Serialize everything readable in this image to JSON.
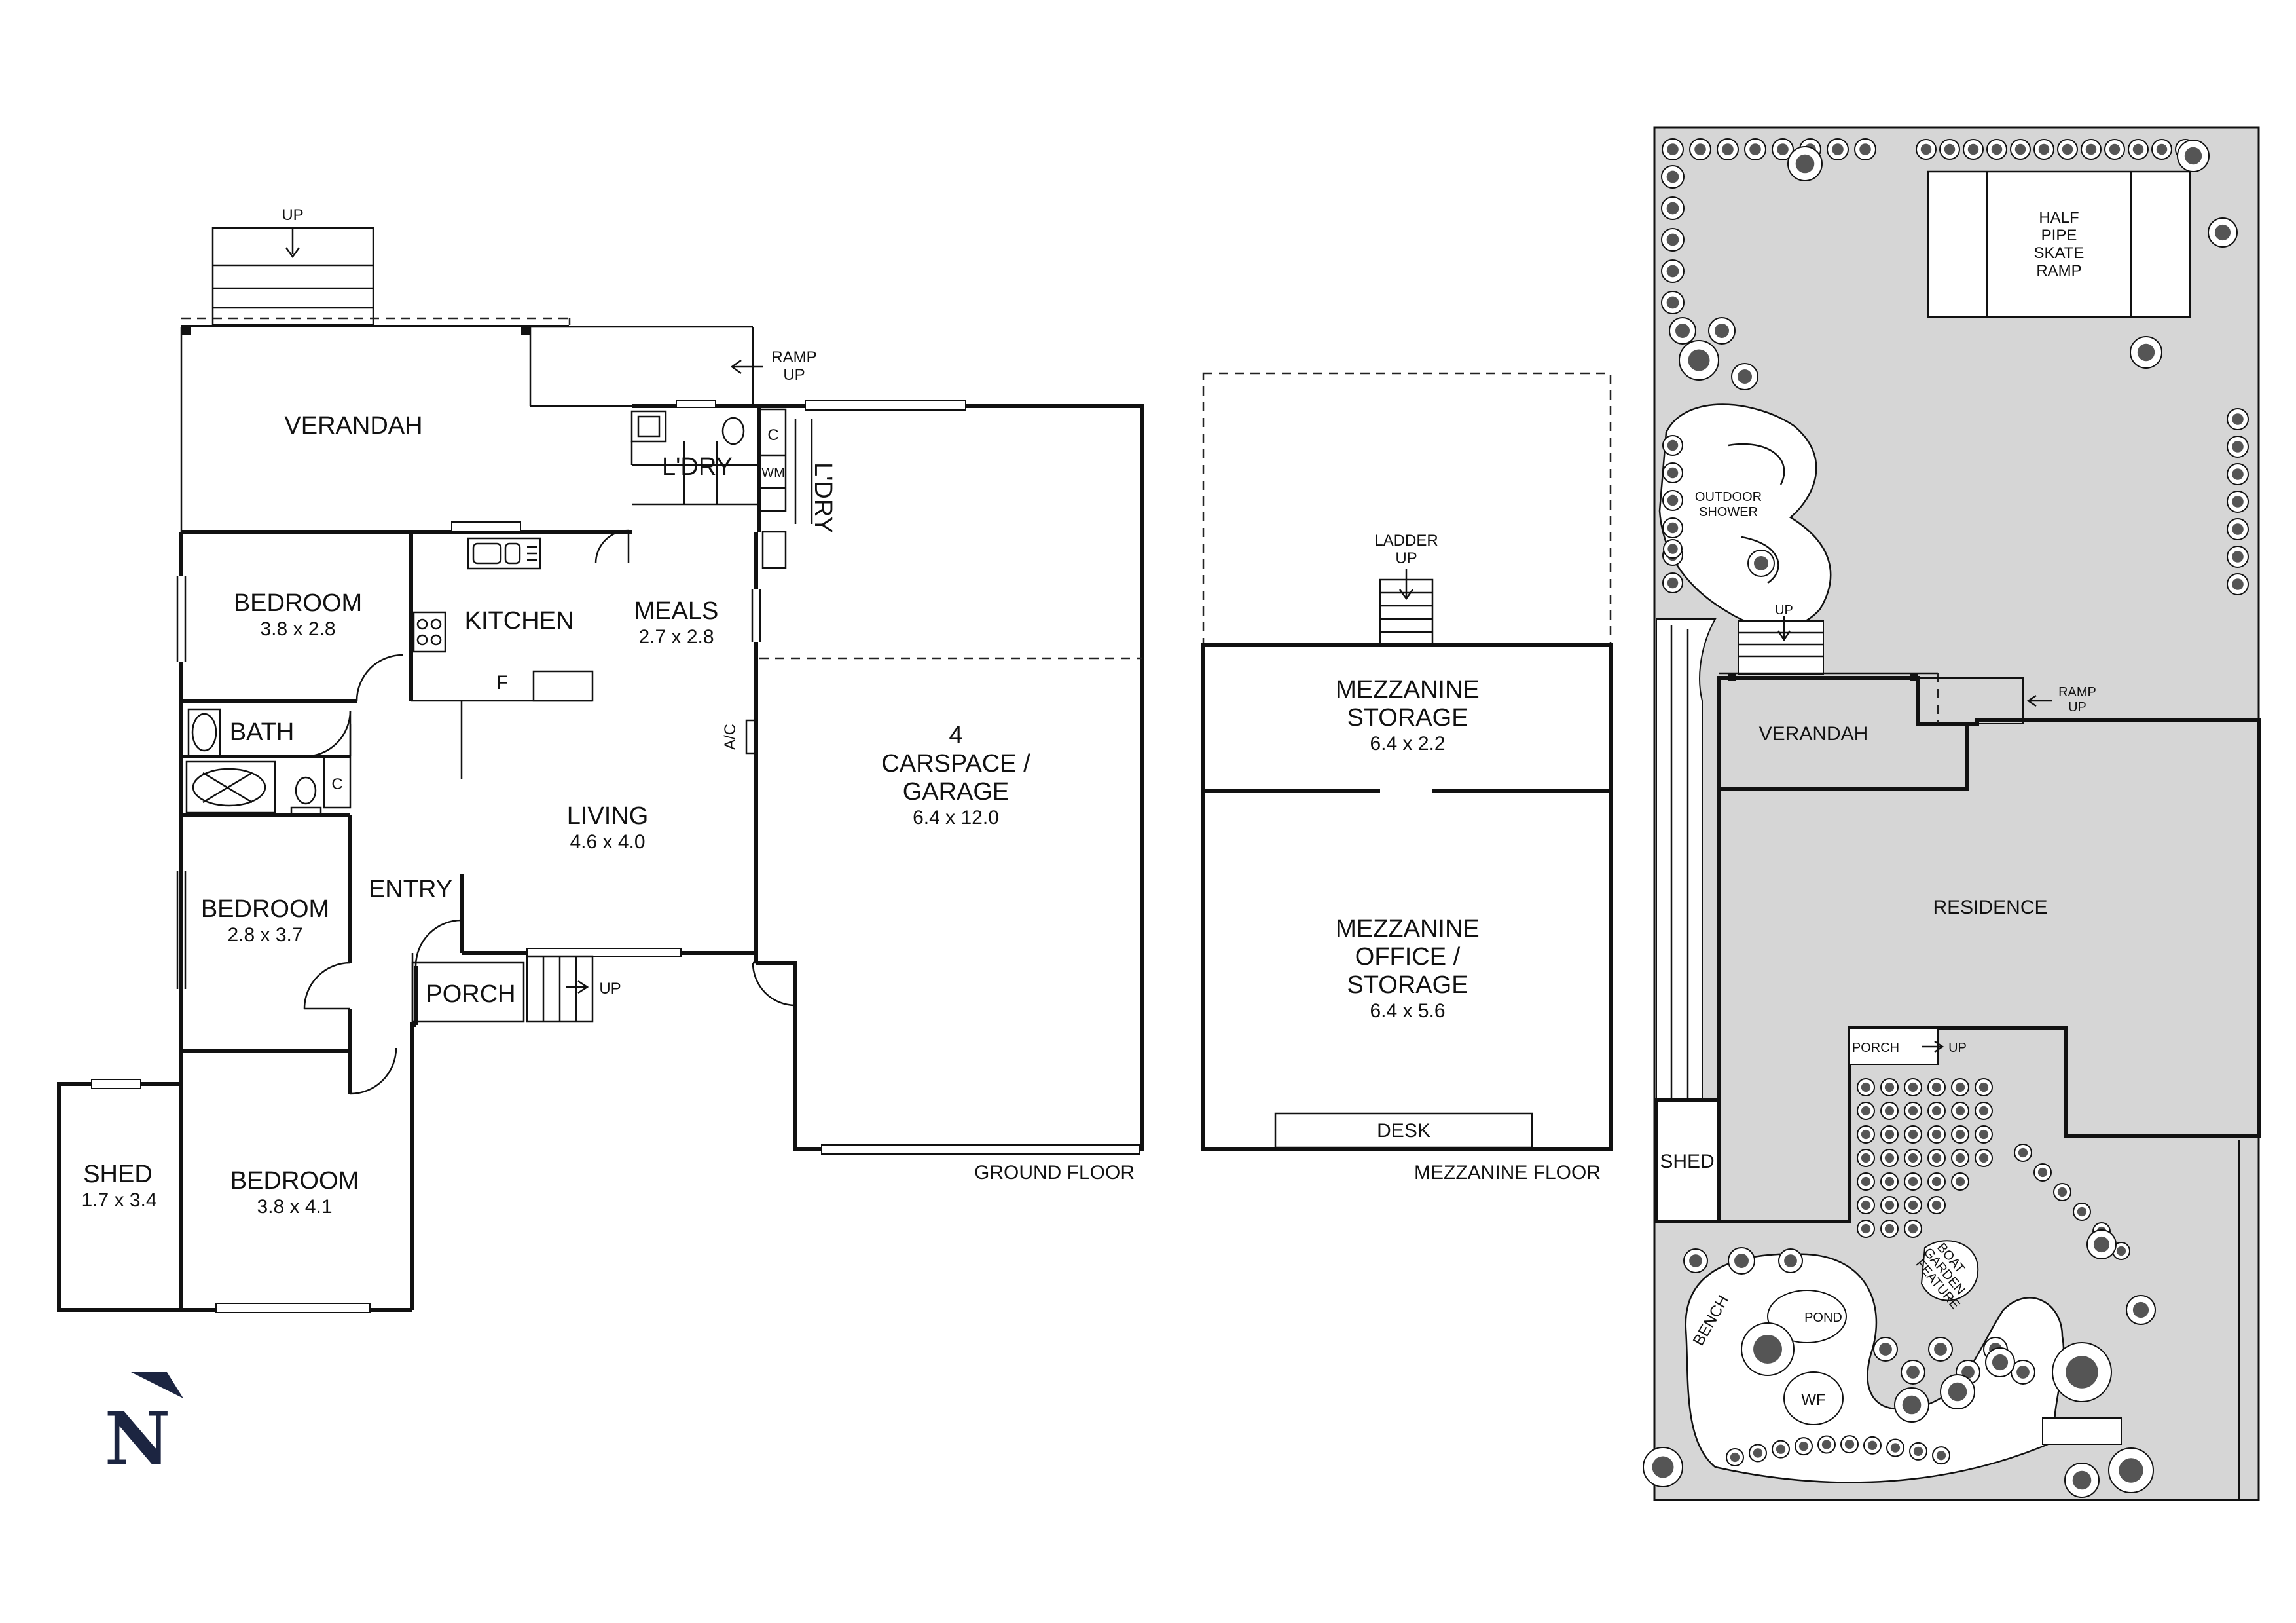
{
  "ground_floor": {
    "label": "GROUND FLOOR",
    "verandah": "VERANDAH",
    "up_top": "UP",
    "ramp_up": [
      "RAMP",
      "UP"
    ],
    "laundry": "L'DRY",
    "laundry_side": "L'DRY",
    "cupboard": "C",
    "wm": "WM",
    "bedroom1": {
      "name": "BEDROOM",
      "size": "3.8 x 2.8"
    },
    "kitchen": "KITCHEN",
    "fridge": "F",
    "meals": {
      "name": "MEALS",
      "size": "2.7 x 2.8"
    },
    "bath": "BATH",
    "bath_cupboard": "C",
    "ac": "A/C",
    "living": {
      "name": "LIVING",
      "size": "4.6 x 4.0"
    },
    "garage": {
      "lines": [
        "4",
        "CARSPACE /",
        "GARAGE"
      ],
      "size": "6.4 x 12.0"
    },
    "bedroom2": {
      "name": "BEDROOM",
      "size": "2.8 x 3.7"
    },
    "entry": "ENTRY",
    "porch": "PORCH",
    "porch_up": "UP",
    "shed": {
      "name": "SHED",
      "size": "1.7 x 3.4"
    },
    "bedroom3": {
      "name": "BEDROOM",
      "size": "3.8 x 4.1"
    }
  },
  "mezzanine_floor": {
    "label": "MEZZANINE FLOOR",
    "ladder": [
      "LADDER",
      "UP"
    ],
    "storage": {
      "lines": [
        "MEZZANINE",
        "STORAGE"
      ],
      "size": "6.4 x 2.2"
    },
    "office": {
      "lines": [
        "MEZZANINE",
        "OFFICE /",
        "STORAGE"
      ],
      "size": "6.4 x 5.6"
    },
    "desk": "DESK"
  },
  "site_plan": {
    "skate_ramp": [
      "HALF",
      "PIPE",
      "SKATE",
      "RAMP"
    ],
    "outdoor_shower": [
      "OUTDOOR",
      "SHOWER"
    ],
    "up": "UP",
    "verandah": "VERANDAH",
    "ramp_up": [
      "RAMP",
      "UP"
    ],
    "residence": "RESIDENCE",
    "porch": "PORCH",
    "porch_up": "UP",
    "shed": "SHED",
    "bench": "BENCH",
    "pond": "POND",
    "wf": "WF",
    "boat_feature": [
      "BOAT",
      "GARDEN",
      "FEATURE"
    ]
  },
  "compass": {
    "label": "N"
  }
}
